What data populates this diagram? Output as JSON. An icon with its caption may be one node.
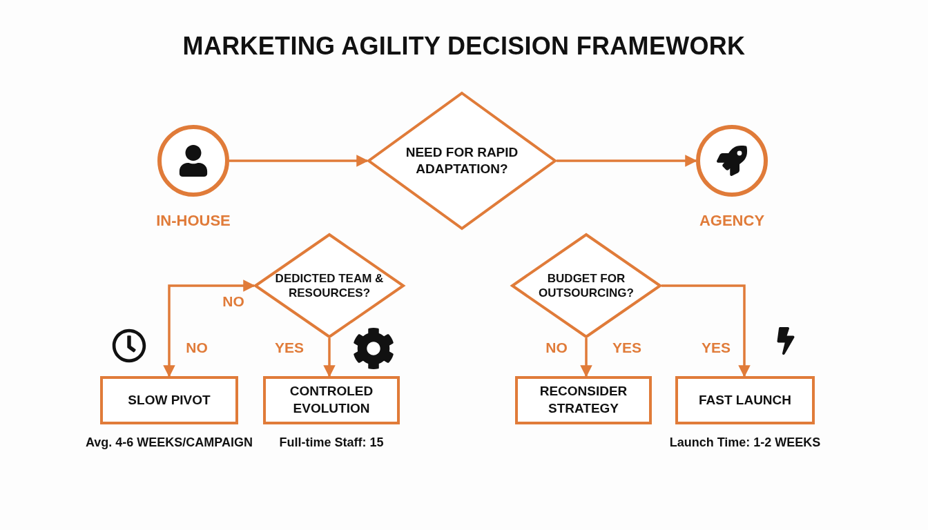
{
  "diagram": {
    "title": "MARKETING AGILITY DECISION FRAMEWORK",
    "nodes": [
      {
        "text": [
          "IN-HOUSE"
        ]
      },
      {
        "text": [
          "NEED FOR RAPID ADAPTATION?"
        ]
      },
      {
        "text": [
          "AGENCY"
        ]
      },
      {
        "text": [
          "DEDICTED TEAM & RESOURCES?"
        ]
      },
      {
        "text": [
          "BUDGET FOR OUTSOURCING?"
        ]
      },
      {
        "text": [
          "SLOW PIVOT"
        ],
        "beside": [
          "Avg. 4-6 WEEKS/CAMPAIGN"
        ]
      },
      {
        "text": [
          "CONTROLED EVOLUTION"
        ],
        "beside": [
          "Full-time Staff: 15"
        ]
      },
      {
        "text": [
          "RECONSIDER STRATEGY"
        ]
      },
      {
        "text": [
          "FAST LAUNCH"
        ],
        "beside": [
          "Launch Time: 1-2 WEEKS"
        ]
      }
    ],
    "edges": [
      {
        "from": 0,
        "to": 1,
        "arrow": "to"
      },
      {
        "from": 1,
        "to": 2,
        "arrow": "to"
      },
      {
        "from": 5,
        "to": 3,
        "arrow": "both",
        "label": "NO"
      },
      {
        "from": 3,
        "to": 6,
        "arrow": "to",
        "label": "YES"
      },
      {
        "from": 4,
        "to": 7,
        "arrow": "to",
        "label": "NO"
      },
      {
        "from": 4,
        "to": 8,
        "arrow": "to",
        "label": "YES"
      }
    ],
    "labels": [
      "NO",
      "YES"
    ]
  }
}
